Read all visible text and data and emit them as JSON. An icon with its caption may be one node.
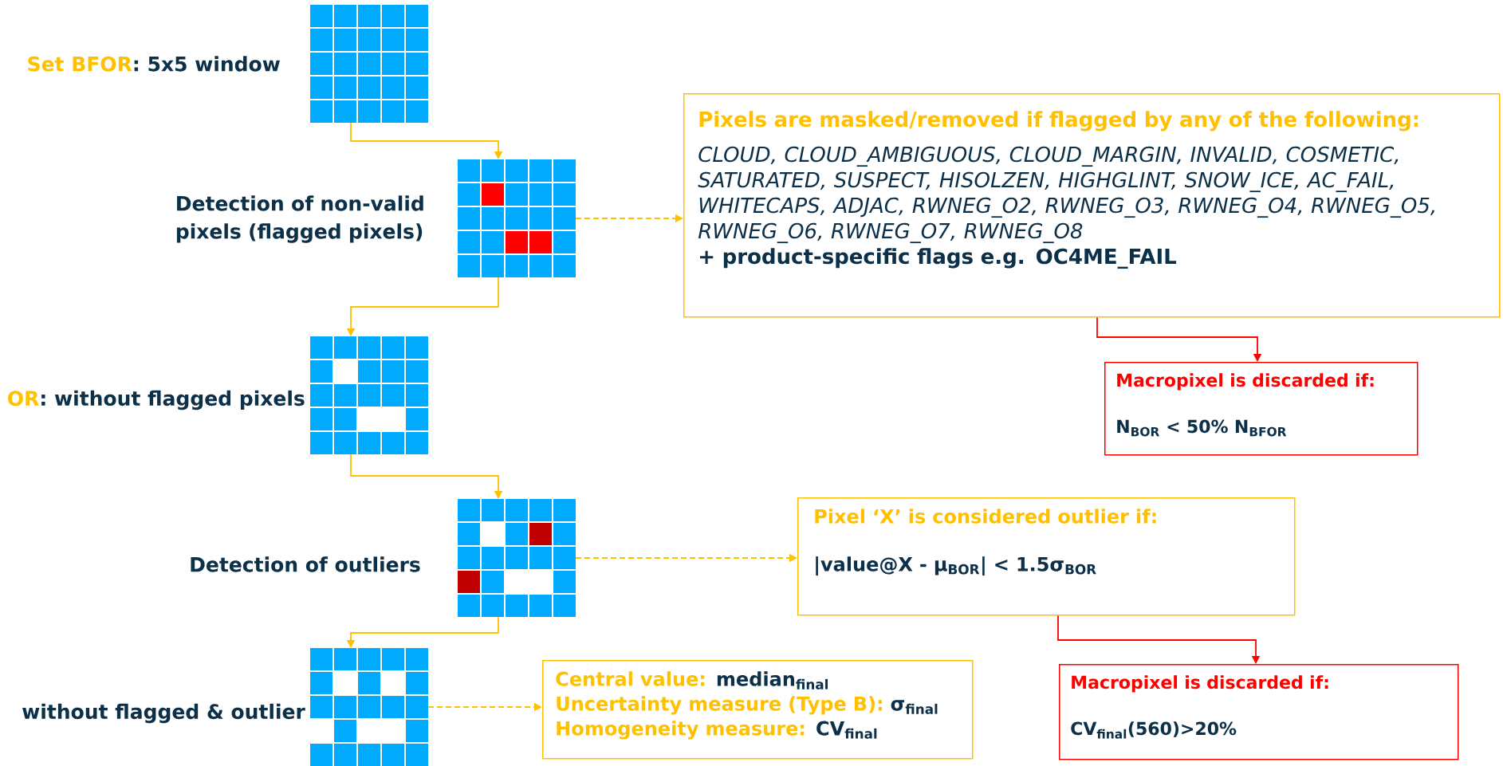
{
  "diagram": {
    "nodes": [
      {
        "text": [],
        "shape": "picture",
        "beside": [
          "Set BFOR",
          ": 5x5 window"
        ]
      },
      {
        "text": [],
        "shape": "picture",
        "beside": [
          "Detection of non-valid pixels (flagged pixels)"
        ]
      },
      {
        "text": [],
        "shape": "picture",
        "beside": [
          "OR",
          ": without flagged pixels"
        ]
      },
      {
        "text": [],
        "shape": "picture",
        "beside": [
          "Detection of outliers"
        ]
      },
      {
        "text": [],
        "shape": "picture",
        "beside": [
          "without flagged & outlier"
        ]
      },
      {
        "text": [
          "Pixels are masked/removed if flagged by any of the following:",
          "CLOUD, CLOUD_AMBIGUOUS, CLOUD_MARGIN, INVALID, COSMETIC, SATURATED, SUSPECT, HISOLZEN, HIGHGLINT, SNOW_ICE, AC_FAIL, WHITECAPS, ADJAC, RWNEG_O2, RWNEG_O3, RWNEG_O4, RWNEG_O5, RWNEG_O6, RWNEG_O7, RWNEG_O8",
          "+ product-specific flags e.g. OC4ME_FAIL"
        ]
      },
      {
        "text": [
          "Macropixel is discarded if:",
          "N$_{BOR}$ < 50% N$_{BFOR}$"
        ]
      },
      {
        "text": [
          "Pixel ‘X’ is considered outlier if:",
          "|value@X - μ$_{BOR}$| < 1.5σ$_{BOR}$"
        ]
      },
      {
        "text": [
          "Central value:",
          "median$_{final}$",
          "Uncertainty measure (Type B):",
          "σ$_{final}$",
          "Homogeneity measure:",
          "CV$_{final}$"
        ]
      },
      {
        "text": [
          "Macropixel is discarded if:",
          "CV$_{final}$(560)>20%"
        ]
      }
    ],
    "edges": [
      {
        "from": 0,
        "to": 1,
        "arrow": "to"
      },
      {
        "from": 1,
        "to": 2,
        "arrow": "to"
      },
      {
        "from": 2,
        "to": 3,
        "arrow": "to"
      },
      {
        "from": 3,
        "to": 4,
        "arrow": "to"
      },
      {
        "from": 1,
        "to": 5,
        "arrow": "to",
        "style": "dashed"
      },
      {
        "from": 3,
        "to": 7,
        "arrow": "to",
        "style": "dashed"
      },
      {
        "from": 4,
        "to": 8,
        "arrow": "to",
        "style": "dashed"
      },
      {
        "from": 5,
        "to": 6,
        "arrow": "to",
        "color": "#ff0000"
      },
      {
        "from": 7,
        "to": 9,
        "arrow": "to",
        "color": "#ff0000"
      }
    ]
  }
}
